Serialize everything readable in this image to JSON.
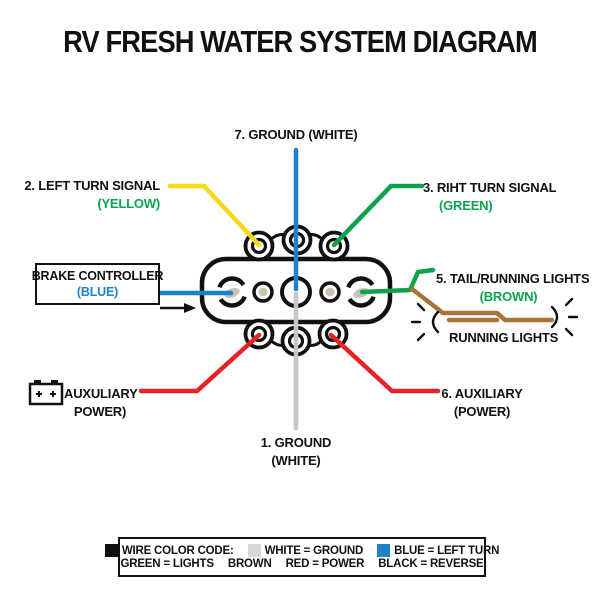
{
  "title": "RV FRESH WATER SYSTEM DIAGRAM",
  "colors": {
    "black": "#111111",
    "blue": "#1d81c5",
    "yellow": "#f6d914",
    "green": "#0ea24c",
    "red": "#e62225",
    "brown": "#a9743a",
    "white_wire": "#c6c6c6",
    "swatch_gray": "#d8d8d8",
    "terminal_blob": "#cbc3b4",
    "label_green": "#0ca54e"
  },
  "labels": {
    "ground_top": "7. GROUND (WHITE)",
    "left_turn_line1": "2. LEFT TURN SIGNAL",
    "left_turn_line2": "(YELLOW)",
    "right_turn_line1": "3. RIHT TURN SIGNAL",
    "right_turn_line2": "(GREEN)",
    "brake_line1": "BRAKE CONTROLLER",
    "brake_line2": "(BLUE)",
    "tail_line1": "5. TAIL/RUNNING LIGHTS",
    "tail_line2": "(BROWN)",
    "running_lights": "RUNNING LIGHTS",
    "aux_left_line1": "AUXULIARY",
    "aux_left_line2": "POWER)",
    "aux_right_line1": "6. AUXILIARY",
    "aux_right_line2": "(POWER)",
    "ground_bottom_line1": "1. GROUND",
    "ground_bottom_line2": "(WHITE)"
  },
  "legend": {
    "row1": [
      {
        "label": "WIRE COLOR CODE:"
      },
      {
        "label": "WHITE = GROUND"
      },
      {
        "label": "BLUE =  LEFT TURN"
      }
    ],
    "row2": [
      {
        "label": "GREEN = LIGHTS"
      },
      {
        "label": "BROWN"
      },
      {
        "label": "RED = POWER"
      },
      {
        "label": "BLACK = REVERSE"
      }
    ]
  }
}
